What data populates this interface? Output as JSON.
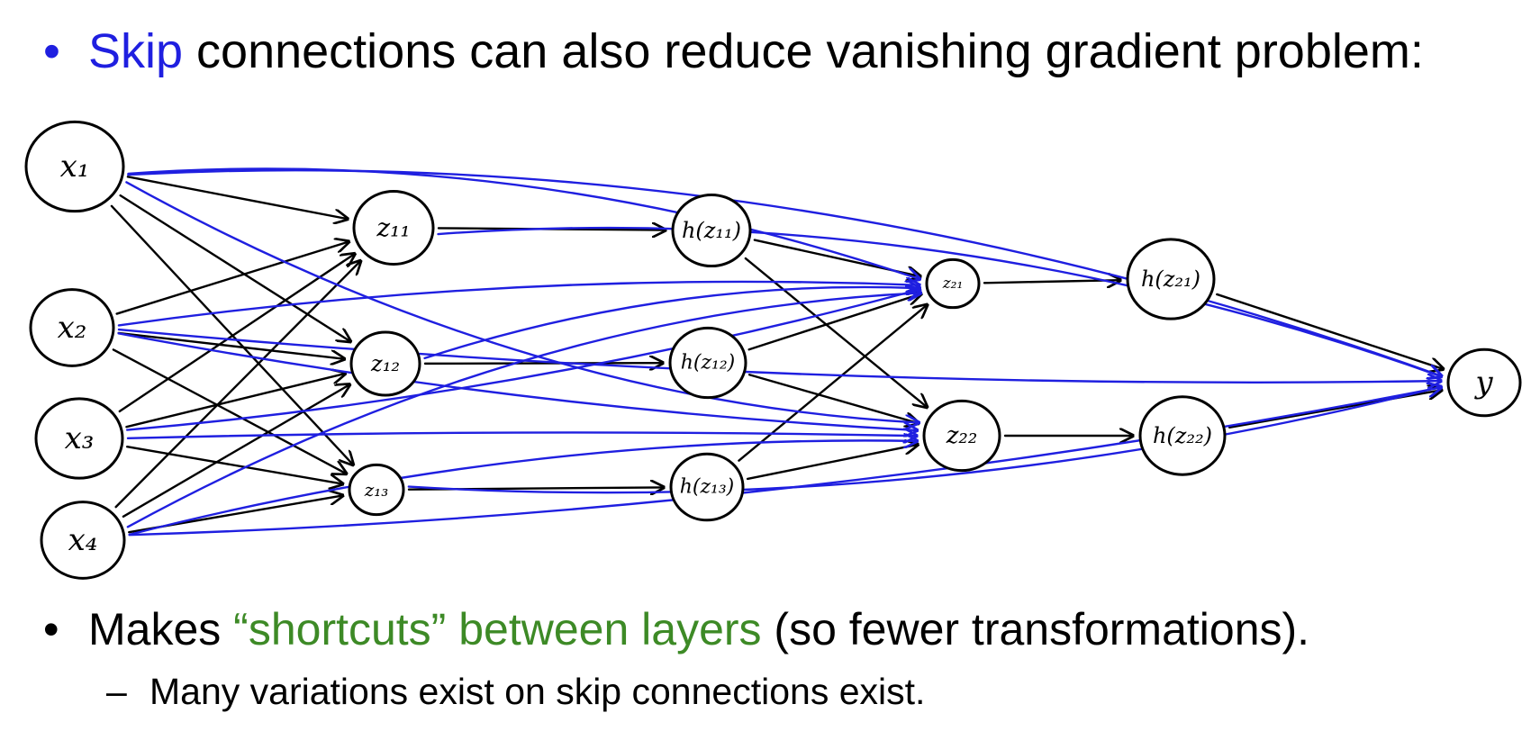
{
  "bullets": {
    "first": {
      "marker": "•",
      "highlight": "Skip",
      "rest": " connections can also reduce vanishing gradient problem:"
    },
    "second": {
      "marker": "•",
      "lead": "Makes ",
      "highlight": "“shortcuts” between layers",
      "rest": " (so fewer transformations)."
    },
    "sub": {
      "marker": "–",
      "text": "Many variations exist on skip connections exist."
    }
  },
  "colors": {
    "black_edge": "#000000",
    "skip_edge": "#1f1fe0",
    "highlight_blue": "#1f1fe0",
    "highlight_green": "#3d8a26"
  },
  "diagram": {
    "nodes": [
      {
        "id": "x1",
        "label": "x₁"
      },
      {
        "id": "x2",
        "label": "x₂"
      },
      {
        "id": "x3",
        "label": "x₃"
      },
      {
        "id": "x4",
        "label": "x₄"
      },
      {
        "id": "z11",
        "label": "z₁₁"
      },
      {
        "id": "z12",
        "label": "z₁₂"
      },
      {
        "id": "z13",
        "label": "z₁₃"
      },
      {
        "id": "hz11",
        "label": "h(z₁₁)"
      },
      {
        "id": "hz12",
        "label": "h(z₁₂)"
      },
      {
        "id": "hz13",
        "label": "h(z₁₃)"
      },
      {
        "id": "z21",
        "label": "z₂₁"
      },
      {
        "id": "z22",
        "label": "z₂₂"
      },
      {
        "id": "hz21",
        "label": "h(z₂₁)"
      },
      {
        "id": "hz22",
        "label": "h(z₂₂)"
      },
      {
        "id": "y",
        "label": "y"
      }
    ],
    "edges": [
      {
        "from": "x1",
        "to": "z11",
        "kind": "normal"
      },
      {
        "from": "x1",
        "to": "z12",
        "kind": "normal"
      },
      {
        "from": "x1",
        "to": "z13",
        "kind": "normal"
      },
      {
        "from": "x2",
        "to": "z11",
        "kind": "normal"
      },
      {
        "from": "x2",
        "to": "z12",
        "kind": "normal"
      },
      {
        "from": "x2",
        "to": "z13",
        "kind": "normal"
      },
      {
        "from": "x3",
        "to": "z11",
        "kind": "normal"
      },
      {
        "from": "x3",
        "to": "z12",
        "kind": "normal"
      },
      {
        "from": "x3",
        "to": "z13",
        "kind": "normal"
      },
      {
        "from": "x4",
        "to": "z11",
        "kind": "normal"
      },
      {
        "from": "x4",
        "to": "z12",
        "kind": "normal"
      },
      {
        "from": "x4",
        "to": "z13",
        "kind": "normal"
      },
      {
        "from": "z11",
        "to": "hz11",
        "kind": "normal"
      },
      {
        "from": "z12",
        "to": "hz12",
        "kind": "normal"
      },
      {
        "from": "z13",
        "to": "hz13",
        "kind": "normal"
      },
      {
        "from": "hz11",
        "to": "z21",
        "kind": "normal"
      },
      {
        "from": "hz11",
        "to": "z22",
        "kind": "normal"
      },
      {
        "from": "hz12",
        "to": "z21",
        "kind": "normal"
      },
      {
        "from": "hz12",
        "to": "z22",
        "kind": "normal"
      },
      {
        "from": "hz13",
        "to": "z21",
        "kind": "normal"
      },
      {
        "from": "hz13",
        "to": "z22",
        "kind": "normal"
      },
      {
        "from": "z21",
        "to": "hz21",
        "kind": "normal"
      },
      {
        "from": "z22",
        "to": "hz22",
        "kind": "normal"
      },
      {
        "from": "hz21",
        "to": "y",
        "kind": "normal"
      },
      {
        "from": "hz22",
        "to": "y",
        "kind": "normal"
      },
      {
        "from": "x1",
        "to": "z21",
        "kind": "skip"
      },
      {
        "from": "x1",
        "to": "z22",
        "kind": "skip"
      },
      {
        "from": "x1",
        "to": "y",
        "kind": "skip"
      },
      {
        "from": "x2",
        "to": "z21",
        "kind": "skip"
      },
      {
        "from": "x2",
        "to": "z22",
        "kind": "skip"
      },
      {
        "from": "x2",
        "to": "y",
        "kind": "skip"
      },
      {
        "from": "x3",
        "to": "z21",
        "kind": "skip"
      },
      {
        "from": "x3",
        "to": "z22",
        "kind": "skip"
      },
      {
        "from": "x4",
        "to": "z21",
        "kind": "skip"
      },
      {
        "from": "x4",
        "to": "z22",
        "kind": "skip"
      },
      {
        "from": "x4",
        "to": "y",
        "kind": "skip"
      },
      {
        "from": "z11",
        "to": "y",
        "kind": "skip"
      },
      {
        "from": "z12",
        "to": "z21",
        "kind": "skip"
      },
      {
        "from": "z13",
        "to": "y",
        "kind": "skip"
      }
    ]
  }
}
